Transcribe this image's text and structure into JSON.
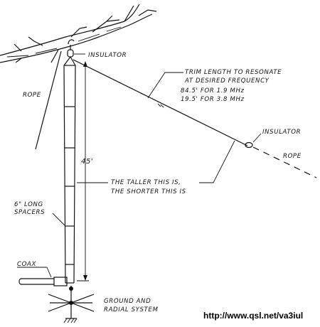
{
  "labels": {
    "insulator_top": "INSULATOR",
    "rope_left": "ROPE",
    "trim_line1": "TRIM LENGTH TO RESONATE",
    "trim_line2": "AT DESIRED FREQUENCY",
    "trim_line3": "84.5' FOR 1.9 MHz",
    "trim_line4": "19.5' FOR 3.8 MHz",
    "insulator_right": "INSULATOR",
    "rope_right": "ROPE",
    "height": "45'",
    "taller_line1": "THE TALLER THIS IS,",
    "taller_line2": "THE SHORTER THIS IS",
    "spacers_line1": "6\" LONG",
    "spacers_line2": "SPACERS",
    "coax": "COAX",
    "ground_line1": "GROUND AND",
    "ground_line2": "RADIAL SYSTEM"
  },
  "url": "http://www.qsl.net/va3iul",
  "colors": {
    "ink": "#111111",
    "background": "#ffffff"
  }
}
